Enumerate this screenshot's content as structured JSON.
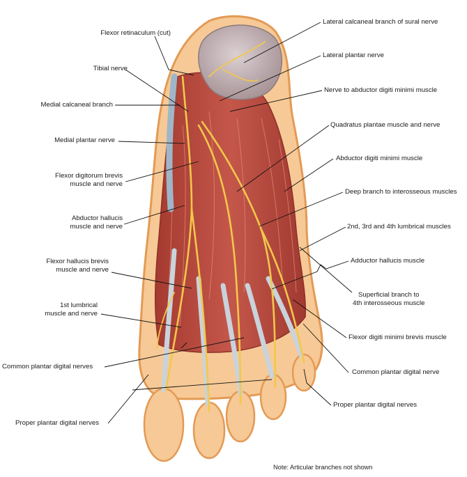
{
  "labels": {
    "flexor_retinaculum": "Flexor retinaculum (cut)",
    "tibial_nerve": "Tibial nerve",
    "medial_calcaneal_branch": "Medial calcaneal branch",
    "medial_plantar_nerve": "Medial plantar nerve",
    "fdb_line1": "Flexor digitorum brevis",
    "fdb_line2": "muscle and nerve",
    "abd_hallucis_line1": "Abductor hallucis",
    "abd_hallucis_line2": "muscle and nerve",
    "fhb_line1": "Flexor hallucis brevis",
    "fhb_line2": "muscle and nerve",
    "lumbrical1_line1": "1st lumbrical",
    "lumbrical1_line2": "muscle and nerve",
    "common_digital_left": "Common plantar digital nerves",
    "proper_digital_left": "Proper plantar digital nerves",
    "lateral_calcaneal_branch": "Lateral calcaneal branch of sural nerve",
    "lateral_plantar_nerve": "Lateral plantar nerve",
    "nerve_abd_digiti_minimi": "Nerve to abductor digiti minimi muscle",
    "quadratus_plantae": "Quadratus plantae muscle and nerve",
    "abd_digiti_minimi": "Abductor digiti minimi muscle",
    "deep_branch": "Deep branch to interosseous muscles",
    "lumbricals_234": "2nd, 3rd and 4th lumbrical muscles",
    "adductor_hallucis": "Adductor hallucis muscle",
    "superficial_line1": "Superficial branch to",
    "superficial_line2": "4th interosseous muscle",
    "fdm_brevis": "Flexor digiti minimi brevis muscle",
    "common_digital_right": "Common plantar digital nerve",
    "proper_digital_right": "Proper plantar digital nerves"
  },
  "note": "Note: Articular branches not shown",
  "colors": {
    "skin": "#f6c996",
    "skin_edge": "#e39a55",
    "muscle": "#b84a3c",
    "muscle_dark": "#8e3027",
    "tendon": "#c9d3dc",
    "nerve": "#f2c84b",
    "bone": "#c9b8bb",
    "leader": "#111111"
  }
}
